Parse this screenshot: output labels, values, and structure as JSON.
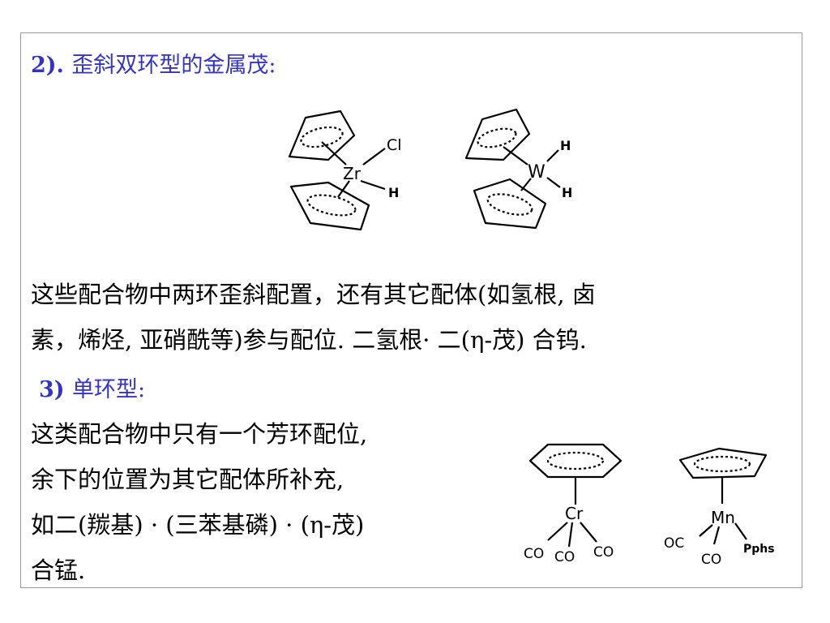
{
  "section2": {
    "number": "2).",
    "title": "歪斜双环型的金属茂:"
  },
  "molecule_zr": {
    "metal": "Zr",
    "ligand_cl": "Cl",
    "ligand_h": "H"
  },
  "molecule_w": {
    "metal": "W",
    "ligand_h1": "H",
    "ligand_h2": "H"
  },
  "paragraph1": {
    "line1": "这些配合物中两环歪斜配置，还有其它配体(如氢根, 卤",
    "line2": "素，烯烃, 亚硝酰等)参与配位. 二氢根· 二(η-茂) 合钨."
  },
  "section3": {
    "number": "3)",
    "title": "单环型:"
  },
  "paragraph2": {
    "line1": "这类配合物中只有一个芳环配位,",
    "line2": "余下的位置为其它配体所补充,",
    "line3": "如二(羰基) · (三苯基磷) · (η-茂)",
    "line4": "合锰."
  },
  "molecule_cr": {
    "metal": "Cr",
    "co_left": "CO",
    "co_mid": "CO",
    "co_right": "CO"
  },
  "molecule_mn": {
    "metal": "Mn",
    "co_left": "OC",
    "co_mid": "CO",
    "ligand_p": "Pphs"
  },
  "colors": {
    "heading": "#3333cc",
    "text": "#000000",
    "frame": "#9a9a9a"
  }
}
